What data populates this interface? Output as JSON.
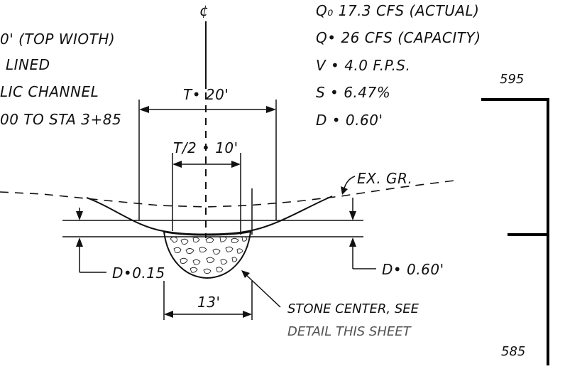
{
  "drawing": {
    "centerline_symbol": "¢",
    "left_notes": [
      "0' (TOP WIOTH)",
      "LINED",
      "LIC CHANNEL",
      "00 TO STA 3+85"
    ],
    "right_notes": [
      "Q₀ 17.3 CFS (ACTUAL)",
      "Q• 26 CFS (CAPACITY)",
      "V • 4.0 F.P.S.",
      "S • 6.47%",
      "D • 0.60'"
    ],
    "dim_top_width": "T• 20'",
    "dim_half_width": "T/2 • 10'",
    "ground_label": "EX. GR.",
    "dim_stone_depth": "D•0.15",
    "dim_flow_depth": "D• 0.60'",
    "dim_stone_width": "13'",
    "stone_note": [
      "STONE CENTER, SEE",
      "DETAIL THIS SHEET"
    ],
    "elevation_top": "595",
    "elevation_bottom": "585"
  }
}
